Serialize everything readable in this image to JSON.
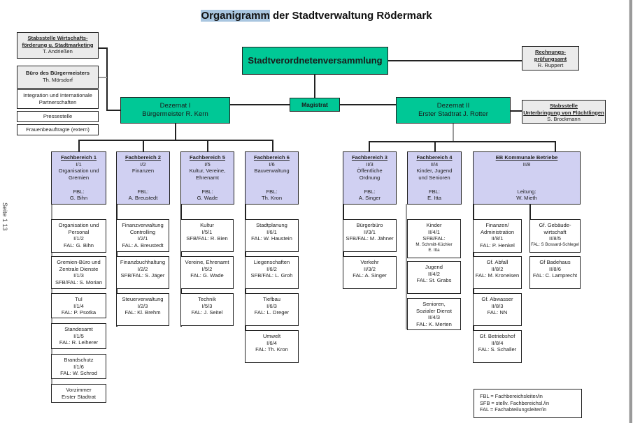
{
  "title": {
    "highlight": "Organigramm",
    "rest": " der Stadtverwaltung Rödermark"
  },
  "page_label": "Seite 1 13",
  "top": {
    "council": "Stadtverordnetenversammlung",
    "magistrat": "Magistrat",
    "audit": {
      "title1": "Rechnungs-",
      "title2": "prüfungsamt",
      "person": "R. Ruppert"
    }
  },
  "staff_left": [
    {
      "title1": "Stabsstelle Wirtschafts-",
      "title2": "förderung u. Stadtmarketing",
      "person": "T. Andrießen"
    },
    {
      "title1": "Büro des Bürgermeisters",
      "person": "Th. Mörsdorf"
    },
    {
      "label1": "Integration und Internationale",
      "label2": "Partnerschaften"
    },
    {
      "label1": "Pressestelle"
    },
    {
      "label1": "Frauenbeauftragte (extern)"
    }
  ],
  "staff_right": {
    "title1": "Stabsstelle",
    "title2": "Unterbringung von Flüchtlingen",
    "person": "S. Brockmann"
  },
  "dezernate": [
    {
      "name": "Dezernat I",
      "head": "Bürgermeister R. Kern"
    },
    {
      "name": "Dezernat II",
      "head": "Erster Stadtrat J. Rotter"
    }
  ],
  "fachbereiche": [
    {
      "title": "Fachbereich 1",
      "code": "I/1",
      "name1": "Organisation und",
      "name2": "Gremien",
      "lead_label": "FBL:",
      "lead": "G. Bihn",
      "units": [
        {
          "l1": "Organisation und",
          "l2": "Personal",
          "code": "I/1/2",
          "lead": "FAL: G. Bihn"
        },
        {
          "l1": "Gremien-Büro und",
          "l2": "Zentrale Dienste",
          "code": "I/1/3",
          "lead": "SFB/FAL: S. Morian"
        },
        {
          "l1": "TuI",
          "code": "I/1/4",
          "lead": "FAL:  P. Psotka"
        },
        {
          "l1": "Standesamt",
          "code": "I/1/5",
          "lead": "FAL:  R. Leiherer"
        },
        {
          "l1": "Brandschutz",
          "code": "I/1/6",
          "lead": "FAL: W. Schrod"
        },
        {
          "l1": "Vorzimmer",
          "l2": "Erster Stadtrat"
        }
      ]
    },
    {
      "title": "Fachbereich 2",
      "code": "I/2",
      "name1": "Finanzen",
      "lead_label": "FBL:",
      "lead": "A. Breustedt",
      "units": [
        {
          "l1": "Finanzverwaltung",
          "l2": "Controlling",
          "code": "I/2/1",
          "lead": "FAL: A. Breustedt"
        },
        {
          "l1": "Finanzbuchhaltung",
          "code": "I/2/2",
          "lead": "SFB/FAL: S. Jäger"
        },
        {
          "l1": "Steuerverwaltung",
          "code": "I/2/3",
          "lead": "FAL: Kl. Brehm"
        }
      ]
    },
    {
      "title": "Fachbereich 5",
      "code": "I/5",
      "name1": "Kultur, Vereine,",
      "name2": "Ehrenamt",
      "lead_label": "FBL:",
      "lead": "G. Wade",
      "units": [
        {
          "l1": "Kultur",
          "code": "I/5/1",
          "lead": "SFB/FAL: R. Bien"
        },
        {
          "l1": "Vereine, Ehrenamt",
          "code": "I/5/2",
          "lead": "FAL: G. Wade"
        },
        {
          "l1": "Technik",
          "code": "I/5/3",
          "lead": "FAL: J. Seitel"
        }
      ]
    },
    {
      "title": "Fachbereich 6",
      "code": "I/6",
      "name1": "Bauverwaltung",
      "lead_label": "FBL:",
      "lead": "Th. Kron",
      "units": [
        {
          "l1": "Stadtplanung",
          "code": "I/6/1",
          "lead": "FAL: W. Haustein"
        },
        {
          "l1": "Liegenschaften",
          "code": "I/6/2",
          "lead": "SFB/FAL: L. Groh"
        },
        {
          "l1": "Tiefbau",
          "code": "I/6/3",
          "lead": "FAL: L. Dreger"
        },
        {
          "l1": "Umwelt",
          "code": "I/6/4",
          "lead": "FAL: Th. Kron"
        }
      ]
    },
    {
      "title": "Fachbereich 3",
      "code": "II/3",
      "name1": "Öffentliche",
      "name2": "Ordnung",
      "lead_label": "FBL:",
      "lead": "A. Singer",
      "units": [
        {
          "l1": "Bürgerbüro",
          "code": "II/3/1",
          "lead": "SFB/FAL:  M. Jähner"
        },
        {
          "l1": "Verkehr",
          "code": "II/3/2",
          "lead": "FAL: A. Singer"
        }
      ]
    },
    {
      "title": "Fachbereich 4",
      "code": "II/4",
      "name1": "Kinder,  Jugend",
      "name2": "und Senioren",
      "lead_label": "FBL:",
      "lead": "E. Itta",
      "units": [
        {
          "l1": "Kinder",
          "code": "II/4/1",
          "lead": "SFB/FAL:",
          "extra1": "M. Schmitt-Küchler",
          "extra2": "E. Itta"
        },
        {
          "l1": "Jugend",
          "code": "II/4/2",
          "lead": "FAL: St. Grabs"
        },
        {
          "l1": "Senioren,",
          "l2": "Sozialer Dienst",
          "code": "II/4/3",
          "lead": "FAL: K. Merten"
        }
      ]
    },
    {
      "title": "EB Kommunale Betriebe",
      "code": "II/8",
      "lead_label": "Leitung:",
      "lead": "W. Mieth",
      "units": [
        {
          "l1": "Finanzen/",
          "l2": "Administration",
          "code": "II/8/1",
          "lead": "FAL: P. Henkel"
        },
        {
          "l1": "Gf. Abfall",
          "code": "II/8/2",
          "lead": "FAL: M. Kroneisen"
        },
        {
          "l1": "Gf. Abwasser",
          "code": "II/8/3",
          "lead": "FAL: NN"
        },
        {
          "l1": "Gf. Betriebshof",
          "code": "II/8/4",
          "lead": "FAL: S. Schaller"
        },
        {
          "l1": "Gf. Gebäude-",
          "l2": "wirtschaft",
          "code": "II/8/5",
          "lead": "FAL: S Bossard-Schlegel"
        },
        {
          "l1": "Gf Badehaus",
          "code": "II/8/6",
          "lead": "FAL:  C. Lamprecht"
        }
      ]
    }
  ],
  "legend": [
    "FBL = Fachbereichsleiter/in",
    "SFB = stellv. Fachbereichsl./in",
    "FAL = Fachabteilungsleiter/in"
  ],
  "colors": {
    "governance_green": "#00c896",
    "department_lavender": "#d0d0f2",
    "staff_gray": "#ebebeb",
    "title_highlight": "#a9c6e0"
  }
}
